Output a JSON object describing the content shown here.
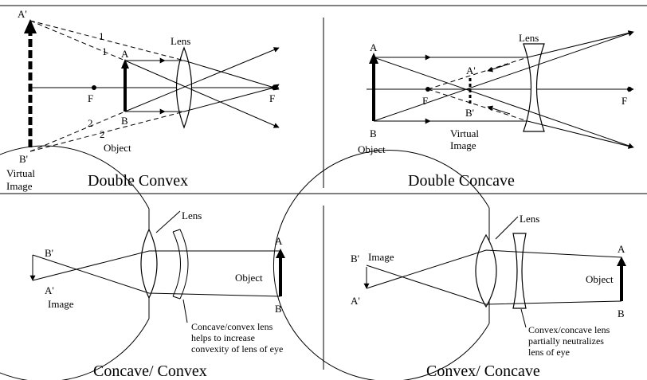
{
  "panels": {
    "double_convex": {
      "caption": "Double Convex",
      "lens": "Lens",
      "a_prime": "A'",
      "b_prime": "B'",
      "a": "A",
      "b": "B",
      "f_left": "F",
      "f_right": "F",
      "ray1a": "1",
      "ray1b": "1",
      "ray2a": "2",
      "ray2b": "2",
      "object": "Object",
      "virtual": "Virtual",
      "image": "Image"
    },
    "double_concave": {
      "caption": "Double Concave",
      "lens": "Lens",
      "a": "A",
      "b": "B",
      "a_prime": "A'",
      "b_prime": "B'",
      "f_left": "F",
      "f_right": "F",
      "object": "Object",
      "virtual": "Virtual",
      "image": "Image"
    },
    "concave_convex": {
      "caption": "Concave/ Convex",
      "lens": "Lens",
      "b_prime": "B'",
      "a_prime": "A'",
      "image": "Image",
      "object": "Object",
      "a": "A",
      "b": "B",
      "note1": "Concave/convex lens",
      "note2": "helps to increase",
      "note3": "convexity of lens of eye"
    },
    "convex_concave": {
      "caption": "Convex/ Concave",
      "lens": "Lens",
      "b_prime": "B'",
      "a_prime": "A'",
      "image": "Image",
      "object": "Object",
      "a": "A",
      "b": "B",
      "note1": "Convex/concave lens",
      "note2": "partially neutralizes",
      "note3": "lens of eye"
    }
  }
}
